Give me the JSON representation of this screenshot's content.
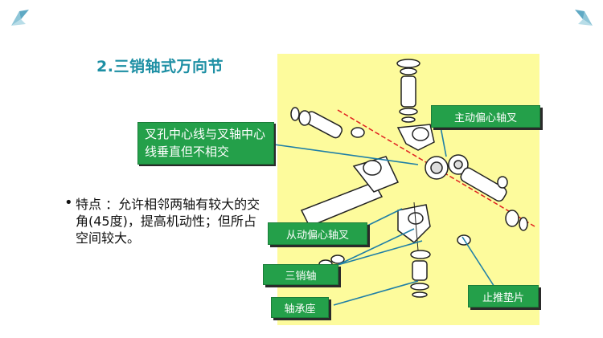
{
  "slide": {
    "title": "2.三销轴式万向节",
    "bullet_marker": "•",
    "bullet_text": "特点 ：允许相邻两轴有较大的交角(45度)，提高机动性；但所占空间较大。"
  },
  "callouts": {
    "fork_hole": "叉孔中心线与叉轴中心线垂直但不相交",
    "driving_yoke": "主动偏心轴叉",
    "driven_yoke": "从动偏心轴叉",
    "tri_pin": "三销轴",
    "bearing_seat": "轴承座",
    "thrust_washer": "止推垫片"
  },
  "colors": {
    "title": "#1d8fa4",
    "callout_bg": "#24a04a",
    "figure_bg": "#fdfb9c",
    "leader_line": "#1f7fa6",
    "axis_line": "#e02020"
  },
  "icons": {
    "top_left": "origami-crane-icon",
    "top_right": "origami-crane-icon"
  }
}
